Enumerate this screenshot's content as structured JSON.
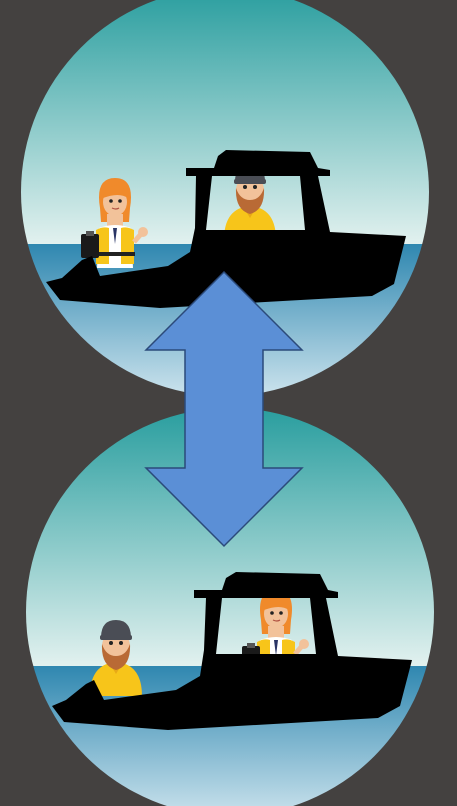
{
  "colors": {
    "background": "#444140",
    "sky_top": "#239b9c",
    "sky_bottom": "#e2f1ef",
    "sea_top": "#2f87b0",
    "sea_bottom": "#d4e8f0",
    "boat": "#000000",
    "arrow_fill": "#5b8fd6",
    "arrow_stroke": "#2b4a7a",
    "vest": "#f7c51a",
    "skin": "#f2c29a",
    "beard": "#b96a35",
    "hair_orange": "#f08a2b",
    "beanie": "#4a4d55",
    "shirt": "#ffffff"
  },
  "scenes": [
    {
      "name": "scene-top",
      "aboard": "fisherman",
      "beside": "inspector"
    },
    {
      "name": "scene-bottom",
      "aboard": "inspector",
      "beside": "fisherman"
    }
  ],
  "arrow": {
    "direction": "bidirectional-vertical",
    "icon": "double-arrow-icon"
  }
}
